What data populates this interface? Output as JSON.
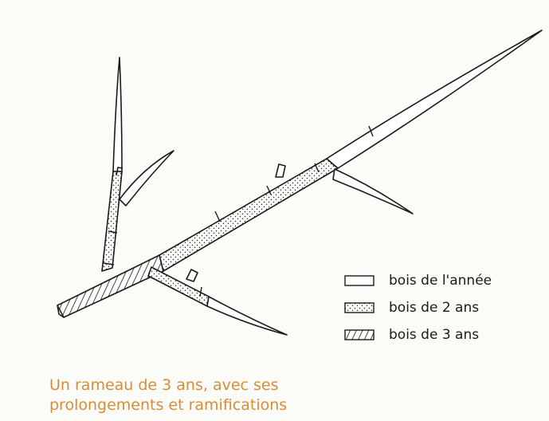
{
  "legend": {
    "items": [
      {
        "label": "bois de l'année",
        "pattern": "plain"
      },
      {
        "label": "bois de 2 ans",
        "pattern": "dotted"
      },
      {
        "label": "bois de 3 ans",
        "pattern": "hatched"
      }
    ]
  },
  "caption": {
    "line1": "Un rameau de 3 ans, avec ses",
    "line2": "prolongements et ramifications"
  },
  "colors": {
    "caption": "#d98c38",
    "ink": "#1b1b1b",
    "paper": "#fbfbf7"
  }
}
